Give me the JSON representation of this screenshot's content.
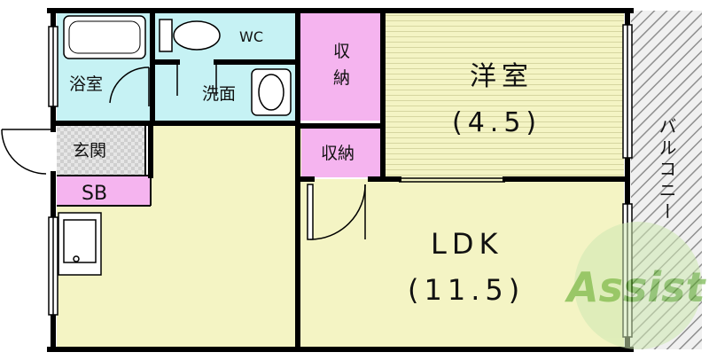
{
  "plan": {
    "rooms": {
      "bath": "浴室",
      "wc": "WC",
      "washroom": "洗面",
      "storage_top": "収\n納",
      "storage_mid": "収納",
      "bedroom_name": "洋室",
      "bedroom_size": "(4.5)",
      "entrance": "玄関",
      "shoe_box": "SB",
      "ldk_name": "LDK",
      "ldk_size": "(11.5)",
      "balcony": "バルコニー"
    },
    "logo": {
      "text": "Assist"
    }
  },
  "colors": {
    "wet_area": "#c6f2f4",
    "storage": "#f5b4ef",
    "bedroom": "#f4f4c4",
    "ldk": "#f4f4c4",
    "entrance": "#dcdcdc",
    "balcony_hatch": "#8f8f8f",
    "wall": "#000000",
    "logo_green": "#6fbf2a"
  }
}
